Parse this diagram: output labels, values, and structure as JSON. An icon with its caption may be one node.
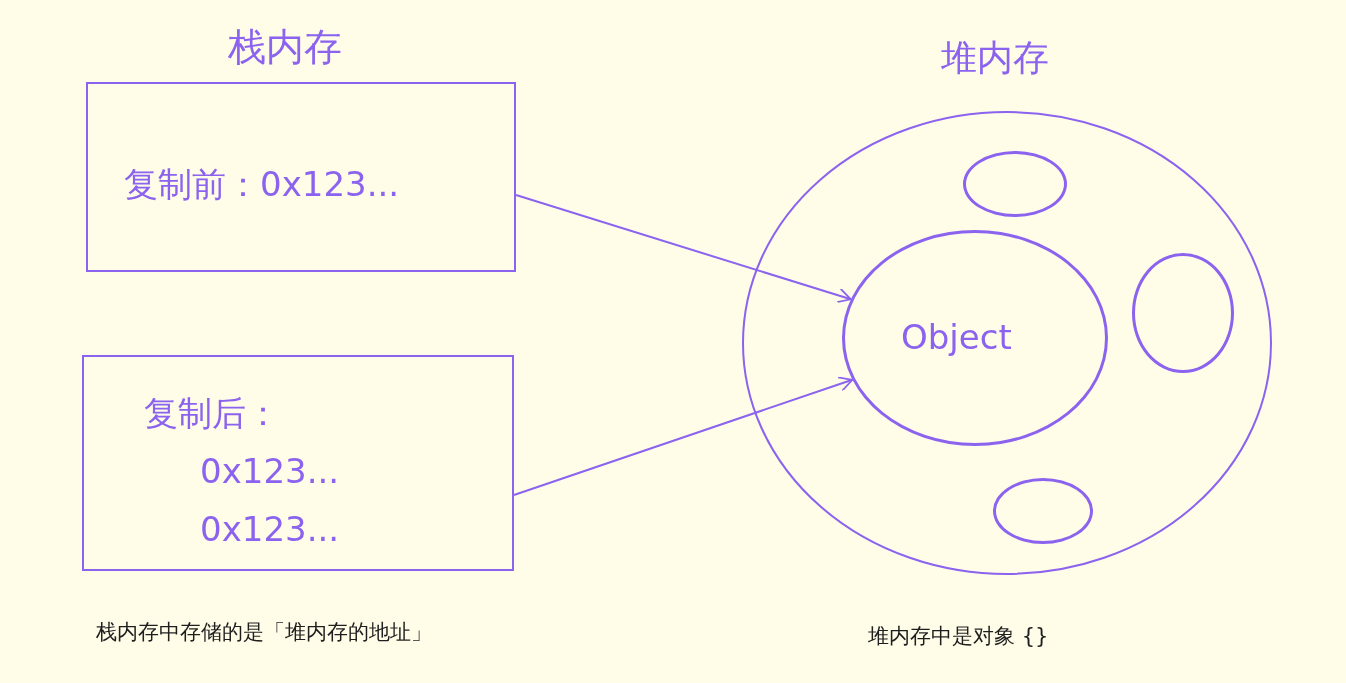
{
  "diagram": {
    "nodes": [
      {
        "text": [
          "复制前：0x123..."
        ]
      },
      {
        "text": [
          "复制后：",
          "0x123...",
          "0x123..."
        ]
      },
      {
        "text": [
          "堆内存"
        ]
      },
      {
        "text": [],
        "shape": "circle",
        "in": 2
      },
      {
        "text": [
          "Object"
        ],
        "in": 2
      },
      {
        "text": [],
        "shape": "circle",
        "in": 2
      },
      {
        "text": [],
        "shape": "circle",
        "in": 2
      }
    ],
    "edges": [
      {
        "from": 0,
        "to": 4,
        "arrow": "to"
      },
      {
        "from": 1,
        "to": 4,
        "arrow": "to"
      }
    ],
    "labels": [
      "栈内存",
      "栈内存中存储的是「堆内存的地址」",
      "堆内存中是对象 {}"
    ]
  }
}
